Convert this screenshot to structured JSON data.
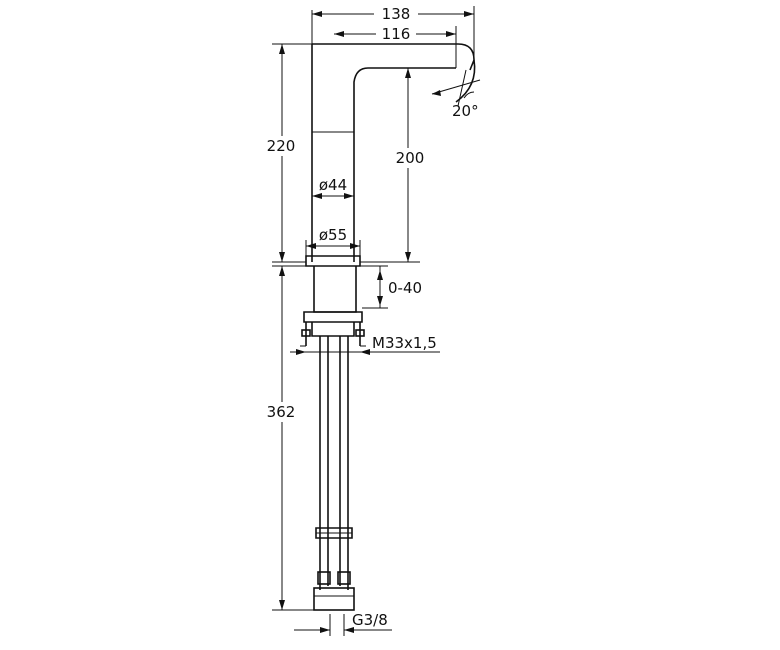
{
  "dimensions": {
    "width_overall": "138",
    "width_spout": "116",
    "spout_angle": "20°",
    "height_total_above": "220",
    "height_spout": "200",
    "diameter_body": "ø44",
    "diameter_base": "ø55",
    "adjust_range": "0-40",
    "thread": "M33x1,5",
    "hose_length": "362",
    "connection": "G3/8"
  }
}
